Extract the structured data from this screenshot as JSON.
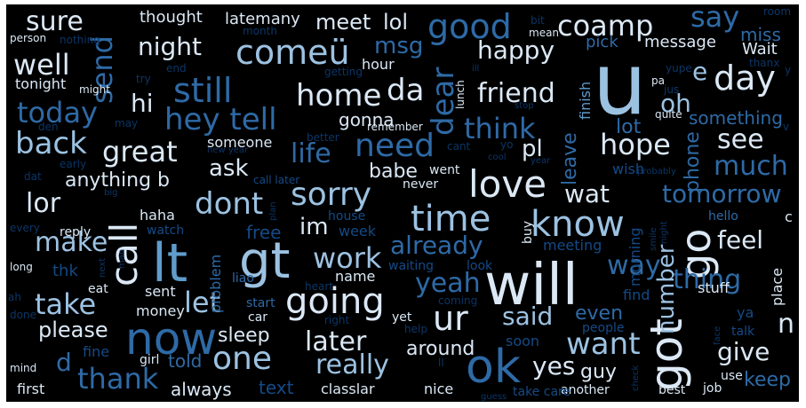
{
  "cloud": {
    "colors": {
      "background": "#000000",
      "palette": [
        "#dbe8f5",
        "#9cc2e2",
        "#5f9ccc",
        "#2e6aa6",
        "#144a86",
        "#0b3566"
      ]
    },
    "words": [
      {
        "text": "u",
        "orientation": "horizontal",
        "shade": 2
      },
      {
        "text": "will",
        "orientation": "horizontal",
        "shade": 1
      },
      {
        "text": "lt",
        "orientation": "horizontal",
        "shade": 3
      },
      {
        "text": "gt",
        "orientation": "horizontal",
        "shade": 2
      },
      {
        "text": "ok",
        "orientation": "horizontal",
        "shade": 4
      },
      {
        "text": "now",
        "orientation": "horizontal",
        "shade": 4
      },
      {
        "text": "got",
        "orientation": "vertical",
        "shade": 1
      },
      {
        "text": "go",
        "orientation": "vertical",
        "shade": 1
      },
      {
        "text": "call",
        "orientation": "vertical",
        "shade": 1
      },
      {
        "text": "love",
        "orientation": "horizontal",
        "shade": 1
      },
      {
        "text": "know",
        "orientation": "horizontal",
        "shade": 2
      },
      {
        "text": "time",
        "orientation": "horizontal",
        "shade": 2
      },
      {
        "text": "going",
        "orientation": "horizontal",
        "shade": 1
      },
      {
        "text": "good",
        "orientation": "horizontal",
        "shade": 4
      },
      {
        "text": "comeü",
        "orientation": "horizontal",
        "shade": 2
      },
      {
        "text": "day",
        "orientation": "horizontal",
        "shade": 1
      },
      {
        "text": "ur",
        "orientation": "horizontal",
        "shade": 1
      },
      {
        "text": "still",
        "orientation": "horizontal",
        "shade": 4
      },
      {
        "text": "sorry",
        "orientation": "horizontal",
        "shade": 2
      },
      {
        "text": "need",
        "orientation": "horizontal",
        "shade": 4
      },
      {
        "text": "home",
        "orientation": "horizontal",
        "shade": 1
      },
      {
        "text": "want",
        "orientation": "horizontal",
        "shade": 2
      },
      {
        "text": "hey tell",
        "orientation": "horizontal",
        "shade": 4
      },
      {
        "text": "dont",
        "orientation": "horizontal",
        "shade": 2
      },
      {
        "text": "back",
        "orientation": "horizontal",
        "shade": 2
      },
      {
        "text": "work",
        "orientation": "horizontal",
        "shade": 2
      },
      {
        "text": "friend",
        "orientation": "horizontal",
        "shade": 1
      },
      {
        "text": "think",
        "orientation": "horizontal",
        "shade": 4
      },
      {
        "text": "hope",
        "orientation": "horizontal",
        "shade": 1
      },
      {
        "text": "see",
        "orientation": "horizontal",
        "shade": 1
      },
      {
        "text": "much",
        "orientation": "horizontal",
        "shade": 4
      },
      {
        "text": "say",
        "orientation": "horizontal",
        "shade": 4
      },
      {
        "text": "coamp",
        "orientation": "horizontal",
        "shade": 1
      },
      {
        "text": "well",
        "orientation": "horizontal",
        "shade": 1
      },
      {
        "text": "sure",
        "orientation": "horizontal",
        "shade": 1
      },
      {
        "text": "night",
        "orientation": "horizontal",
        "shade": 1
      },
      {
        "text": "happy",
        "orientation": "horizontal",
        "shade": 1
      },
      {
        "text": "msg",
        "orientation": "horizontal",
        "shade": 4
      },
      {
        "text": "meet",
        "orientation": "horizontal",
        "shade": 1
      },
      {
        "text": "lol",
        "orientation": "horizontal",
        "shade": 1
      },
      {
        "text": "da",
        "orientation": "horizontal",
        "shade": 1
      },
      {
        "text": "dear",
        "orientation": "vertical",
        "shade": 4
      },
      {
        "text": "send",
        "orientation": "vertical",
        "shade": 4
      },
      {
        "text": "today",
        "orientation": "horizontal",
        "shade": 4
      },
      {
        "text": "hi",
        "orientation": "horizontal",
        "shade": 1
      },
      {
        "text": "great",
        "orientation": "horizontal",
        "shade": 1
      },
      {
        "text": "life",
        "orientation": "horizontal",
        "shade": 4
      },
      {
        "text": "ask",
        "orientation": "horizontal",
        "shade": 1
      },
      {
        "text": "lor",
        "orientation": "horizontal",
        "shade": 1
      },
      {
        "text": "make",
        "orientation": "horizontal",
        "shade": 2
      },
      {
        "text": "im",
        "orientation": "horizontal",
        "shade": 1
      },
      {
        "text": "take",
        "orientation": "horizontal",
        "shade": 2
      },
      {
        "text": "let",
        "orientation": "horizontal",
        "shade": 2
      },
      {
        "text": "one",
        "orientation": "horizontal",
        "shade": 2
      },
      {
        "text": "later",
        "orientation": "horizontal",
        "shade": 1
      },
      {
        "text": "really",
        "orientation": "horizontal",
        "shade": 2
      },
      {
        "text": "already",
        "orientation": "horizontal",
        "shade": 4
      },
      {
        "text": "feel",
        "orientation": "horizontal",
        "shade": 1
      },
      {
        "text": "way",
        "orientation": "horizontal",
        "shade": 4
      },
      {
        "text": "thing",
        "orientation": "horizontal",
        "shade": 4
      },
      {
        "text": "yeah",
        "orientation": "horizontal",
        "shade": 4
      },
      {
        "text": "said",
        "orientation": "horizontal",
        "shade": 2
      },
      {
        "text": "give",
        "orientation": "horizontal",
        "shade": 1
      },
      {
        "text": "thank",
        "orientation": "horizontal",
        "shade": 4
      },
      {
        "text": "yes",
        "orientation": "horizontal",
        "shade": 1
      },
      {
        "text": "tomorrow",
        "orientation": "horizontal",
        "shade": 4
      },
      {
        "text": "wat",
        "orientation": "horizontal",
        "shade": 1
      },
      {
        "text": "oh",
        "orientation": "horizontal",
        "shade": 2
      },
      {
        "text": "e",
        "orientation": "horizontal",
        "shade": 2
      },
      {
        "text": "n",
        "orientation": "horizontal",
        "shade": 1
      },
      {
        "text": "please",
        "orientation": "horizontal",
        "shade": 1
      },
      {
        "text": "number",
        "orientation": "vertical",
        "shade": 2
      },
      {
        "text": "phone",
        "orientation": "vertical",
        "shade": 4
      },
      {
        "text": "pl",
        "orientation": "horizontal",
        "shade": 1
      },
      {
        "text": "leave",
        "orientation": "vertical",
        "shade": 4
      },
      {
        "text": "babe",
        "orientation": "horizontal",
        "shade": 1
      },
      {
        "text": "sleep",
        "orientation": "horizontal",
        "shade": 1
      },
      {
        "text": "anything b",
        "orientation": "horizontal",
        "shade": 1
      },
      {
        "text": "d",
        "orientation": "horizontal",
        "shade": 4
      },
      {
        "text": "keep",
        "orientation": "horizontal",
        "shade": 4
      },
      {
        "text": "guy",
        "orientation": "horizontal",
        "shade": 1
      },
      {
        "text": "around",
        "orientation": "horizontal",
        "shade": 1
      },
      {
        "text": "even",
        "orientation": "horizontal",
        "shade": 4
      },
      {
        "text": "free",
        "orientation": "horizontal",
        "shade": 5
      },
      {
        "text": "told",
        "orientation": "horizontal",
        "shade": 4
      },
      {
        "text": "text",
        "orientation": "horizontal",
        "shade": 5
      },
      {
        "text": "always",
        "orientation": "horizontal",
        "shade": 1
      },
      {
        "text": "gonna",
        "orientation": "horizontal",
        "shade": 1
      },
      {
        "text": "lot",
        "orientation": "horizontal",
        "shade": 4
      },
      {
        "text": "something",
        "orientation": "horizontal",
        "shade": 4
      },
      {
        "text": "miss",
        "orientation": "horizontal",
        "shade": 4
      },
      {
        "text": "Wait",
        "orientation": "horizontal",
        "shade": 1
      },
      {
        "text": "message",
        "orientation": "horizontal",
        "shade": 1
      },
      {
        "text": "pick",
        "orientation": "horizontal",
        "shade": 4
      },
      {
        "text": "thought",
        "orientation": "horizontal",
        "shade": 1
      },
      {
        "text": "latemany",
        "orientation": "horizontal",
        "shade": 1
      },
      {
        "text": "tonight",
        "orientation": "horizontal",
        "shade": 1
      },
      {
        "text": "hour",
        "orientation": "horizontal",
        "shade": 1
      },
      {
        "text": "week",
        "orientation": "horizontal",
        "shade": 5
      },
      {
        "text": "haha",
        "orientation": "horizontal",
        "shade": 1
      },
      {
        "text": "someone",
        "orientation": "horizontal",
        "shade": 1
      },
      {
        "text": "money",
        "orientation": "horizontal",
        "shade": 1
      },
      {
        "text": "sent",
        "orientation": "horizontal",
        "shade": 1
      },
      {
        "text": "name",
        "orientation": "horizontal",
        "shade": 1
      },
      {
        "text": "meeting",
        "orientation": "horizontal",
        "shade": 5
      },
      {
        "text": "morning",
        "orientation": "vertical",
        "shade": 5
      },
      {
        "text": "finish",
        "orientation": "vertical",
        "shade": 3
      },
      {
        "text": "problem",
        "orientation": "vertical",
        "shade": 4
      },
      {
        "text": "thk",
        "orientation": "horizontal",
        "shade": 5
      },
      {
        "text": "wish",
        "orientation": "horizontal",
        "shade": 5
      },
      {
        "text": "stuff",
        "orientation": "horizontal",
        "shade": 1
      },
      {
        "text": "place",
        "orientation": "vertical",
        "shade": 1
      },
      {
        "text": "find",
        "orientation": "horizontal",
        "shade": 5
      },
      {
        "text": "ya",
        "orientation": "horizontal",
        "shade": 5
      },
      {
        "text": "nice",
        "orientation": "horizontal",
        "shade": 1
      },
      {
        "text": "classlar",
        "orientation": "horizontal",
        "shade": 1
      },
      {
        "text": "first",
        "orientation": "horizontal",
        "shade": 1
      },
      {
        "text": "fine",
        "orientation": "horizontal",
        "shade": 5
      },
      {
        "text": "girl",
        "orientation": "horizontal",
        "shade": 1
      },
      {
        "text": "yet",
        "orientation": "horizontal",
        "shade": 1
      },
      {
        "text": "soon",
        "orientation": "horizontal",
        "shade": 5
      },
      {
        "text": "people",
        "orientation": "horizontal",
        "shade": 5
      },
      {
        "text": "talk",
        "orientation": "horizontal",
        "shade": 5
      },
      {
        "text": "use",
        "orientation": "horizontal",
        "shade": 1
      },
      {
        "text": "job",
        "orientation": "horizontal",
        "shade": 1
      },
      {
        "text": "best",
        "orientation": "horizontal",
        "shade": 1
      },
      {
        "text": "another",
        "orientation": "horizontal",
        "shade": 1
      },
      {
        "text": "take care",
        "orientation": "horizontal",
        "shade": 5
      },
      {
        "text": "went",
        "orientation": "horizontal",
        "shade": 1
      },
      {
        "text": "never",
        "orientation": "horizontal",
        "shade": 1
      },
      {
        "text": "look",
        "orientation": "horizontal",
        "shade": 5
      },
      {
        "text": "waiting",
        "orientation": "horizontal",
        "shade": 5
      },
      {
        "text": "house",
        "orientation": "horizontal",
        "shade": 5
      },
      {
        "text": "watch",
        "orientation": "horizontal",
        "shade": 5
      },
      {
        "text": "reply",
        "orientation": "horizontal",
        "shade": 1
      },
      {
        "text": "liao",
        "orientation": "horizontal",
        "shade": 4
      },
      {
        "text": "eat",
        "orientation": "horizontal",
        "shade": 1
      },
      {
        "text": "car",
        "orientation": "horizontal",
        "shade": 1
      },
      {
        "text": "start",
        "orientation": "horizontal",
        "shade": 4
      },
      {
        "text": "hello",
        "orientation": "horizontal",
        "shade": 4
      },
      {
        "text": "buy",
        "orientation": "vertical",
        "shade": 1
      },
      {
        "text": "c",
        "orientation": "horizontal",
        "shade": 1
      },
      {
        "text": "call later",
        "orientation": "horizontal",
        "shade": 5
      },
      {
        "text": "better",
        "orientation": "horizontal",
        "shade": 6
      },
      {
        "text": "remember",
        "orientation": "horizontal",
        "shade": 1
      },
      {
        "text": "cant",
        "orientation": "horizontal",
        "shade": 6
      },
      {
        "text": "yo",
        "orientation": "horizontal",
        "shade": 6
      },
      {
        "text": "lunch",
        "orientation": "vertical",
        "shade": 1
      },
      {
        "text": "getting",
        "orientation": "horizontal",
        "shade": 6
      },
      {
        "text": "try",
        "orientation": "horizontal",
        "shade": 6
      },
      {
        "text": "might",
        "orientation": "horizontal",
        "shade": 1
      },
      {
        "text": "end",
        "orientation": "horizontal",
        "shade": 6
      },
      {
        "text": "person",
        "orientation": "horizontal",
        "shade": 1
      },
      {
        "text": "nothing",
        "orientation": "horizontal",
        "shade": 6
      },
      {
        "text": "month",
        "orientation": "horizontal",
        "shade": 6
      },
      {
        "text": "bit",
        "orientation": "horizontal",
        "shade": 6
      },
      {
        "text": "mean",
        "orientation": "horizontal",
        "shade": 1
      },
      {
        "text": "room",
        "orientation": "horizontal",
        "shade": 6
      },
      {
        "text": "yupe",
        "orientation": "horizontal",
        "shade": 6
      },
      {
        "text": "thanx",
        "orientation": "horizontal",
        "shade": 6
      },
      {
        "text": "pa",
        "orientation": "horizontal",
        "shade": 1
      },
      {
        "text": "jus",
        "orientation": "horizontal",
        "shade": 6
      },
      {
        "text": "quite",
        "orientation": "horizontal",
        "shade": 1
      },
      {
        "text": "v",
        "orientation": "horizontal",
        "shade": 6
      },
      {
        "text": "y",
        "orientation": "horizontal",
        "shade": 6
      },
      {
        "text": "may",
        "orientation": "horizontal",
        "shade": 6
      },
      {
        "text": "den",
        "orientation": "horizontal",
        "shade": 6
      },
      {
        "text": "early",
        "orientation": "horizontal",
        "shade": 6
      },
      {
        "text": "dat",
        "orientation": "horizontal",
        "shade": 6
      },
      {
        "text": "every",
        "orientation": "horizontal",
        "shade": 6
      },
      {
        "text": "long",
        "orientation": "horizontal",
        "shade": 1
      },
      {
        "text": "done",
        "orientation": "horizontal",
        "shade": 6
      },
      {
        "text": "ah",
        "orientation": "horizontal",
        "shade": 6
      },
      {
        "text": "mind",
        "orientation": "horizontal",
        "shade": 1
      },
      {
        "text": "ll",
        "orientation": "horizontal",
        "shade": 6
      },
      {
        "text": "coming",
        "orientation": "horizontal",
        "shade": 6
      },
      {
        "text": "heart",
        "orientation": "horizontal",
        "shade": 6
      },
      {
        "text": "right",
        "orientation": "horizontal",
        "shade": 6
      },
      {
        "text": "help",
        "orientation": "horizontal",
        "shade": 6
      },
      {
        "text": "new year",
        "orientation": "horizontal",
        "shade": 6
      },
      {
        "text": "cool",
        "orientation": "horizontal",
        "shade": 6
      },
      {
        "text": "year",
        "orientation": "horizontal",
        "shade": 6
      },
      {
        "text": "stop",
        "orientation": "horizontal",
        "shade": 6
      },
      {
        "text": "ill",
        "orientation": "horizontal",
        "shade": 6
      },
      {
        "text": "probably",
        "orientation": "horizontal",
        "shade": 6
      },
      {
        "text": "smile",
        "orientation": "vertical",
        "shade": 6
      },
      {
        "text": "night",
        "orientation": "vertical",
        "shade": 6
      },
      {
        "text": "face",
        "orientation": "vertical",
        "shade": 6
      },
      {
        "text": "check",
        "orientation": "vertical",
        "shade": 6
      },
      {
        "text": "guess",
        "orientation": "horizontal",
        "shade": 6
      },
      {
        "text": "big",
        "orientation": "horizontal",
        "shade": 6
      },
      {
        "text": "next",
        "orientation": "vertical",
        "shade": 6
      },
      {
        "text": "man",
        "orientation": "vertical",
        "shade": 6
      },
      {
        "text": "plan",
        "orientation": "vertical",
        "shade": 6
      }
    ]
  }
}
